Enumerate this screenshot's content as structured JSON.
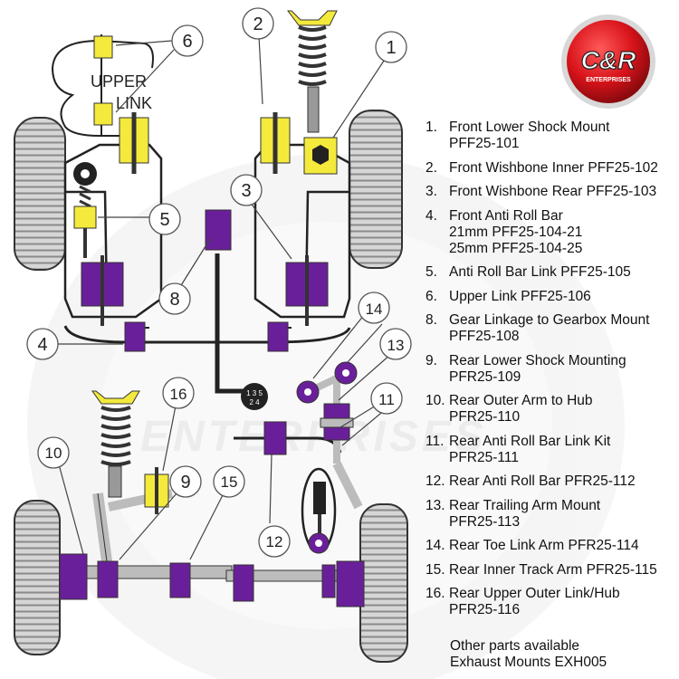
{
  "logo": {
    "text": "C&R",
    "subtext": "ENTERPRISES",
    "color": "#d9141b"
  },
  "callouts": {
    "c1": "1",
    "c2": "2",
    "c3": "3",
    "c4": "4",
    "c5": "5",
    "c6": "6",
    "c8": "8",
    "c9": "9",
    "c10": "10",
    "c11": "11",
    "c12": "12",
    "c13": "13",
    "c14": "14",
    "c15": "15",
    "c16": "16"
  },
  "upper_link_label": {
    "line1": "UPPER",
    "line2": "LINK"
  },
  "gear_knob": {
    "line1": "1 3 5",
    "line2": "2 4"
  },
  "watermark": "ENTERPRISES",
  "parts": [
    {
      "num": "1.",
      "name": "Front Lower Shock Mount",
      "codes": [
        "PFF25-101"
      ]
    },
    {
      "num": "2.",
      "name": "Front Wishbone Inner PFF25-102",
      "codes": []
    },
    {
      "num": "3.",
      "name": "Front Wishbone Rear PFF25-103",
      "codes": []
    },
    {
      "num": "4.",
      "name": "Front Anti Roll Bar",
      "codes": [
        "21mm PFF25-104-21",
        "25mm PFF25-104-25"
      ]
    },
    {
      "num": "5.",
      "name": "Anti Roll Bar Link PFF25-105",
      "codes": []
    },
    {
      "num": "6.",
      "name": "Upper Link PFF25-106",
      "codes": []
    },
    {
      "num": "8.",
      "name": "Gear Linkage to Gearbox Mount",
      "codes": [
        "PFF25-108"
      ]
    },
    {
      "num": "9.",
      "name": "Rear Lower Shock Mounting",
      "codes": [
        "PFR25-109"
      ]
    },
    {
      "num": "10.",
      "name": "Rear Outer Arm to Hub",
      "codes": [
        "PFR25-110"
      ]
    },
    {
      "num": "11.",
      "name": "Rear Anti Roll Bar Link Kit",
      "codes": [
        "PFR25-111"
      ]
    },
    {
      "num": "12.",
      "name": "Rear Anti Roll Bar PFR25-112",
      "codes": []
    },
    {
      "num": "13.",
      "name": "Rear Trailing Arm Mount",
      "codes": [
        "PFR25-113"
      ]
    },
    {
      "num": "14.",
      "name": "Rear Toe Link Arm PFR25-114",
      "codes": []
    },
    {
      "num": "15.",
      "name": "Rear Inner Track Arm PFR25-115",
      "codes": []
    },
    {
      "num": "16.",
      "name": "Rear Upper Outer Link/Hub",
      "codes": [
        "PFR25-116"
      ]
    }
  ],
  "other": {
    "line1": "Other parts available",
    "line2": "Exhaust Mounts EXH005"
  },
  "colors": {
    "purple": "#6a1f9a",
    "yellow": "#f4ea3c",
    "tyre": "#cfcfcf",
    "frame": "#222222"
  }
}
